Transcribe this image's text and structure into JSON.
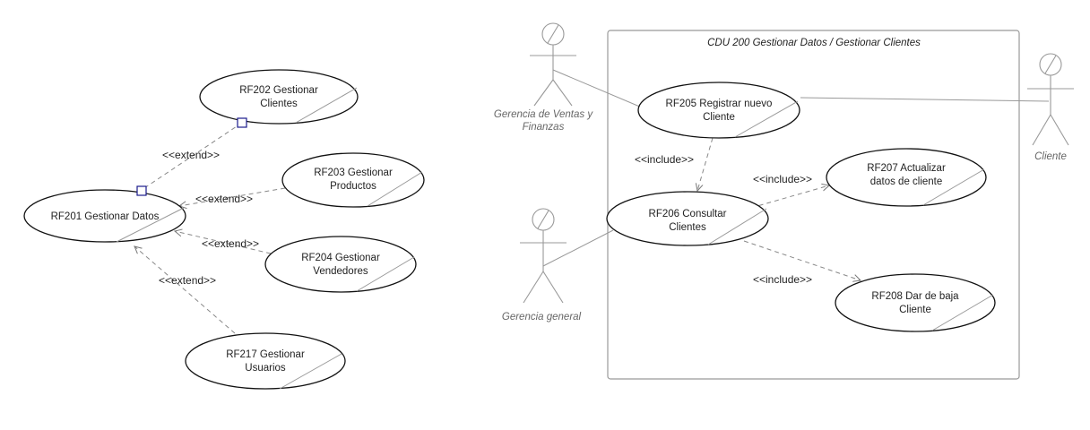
{
  "system_boundary": {
    "title": "CDU 200 Gestionar Datos  / Gestionar Clientes"
  },
  "use_cases": {
    "rf201": [
      "RF201 Gestionar Datos"
    ],
    "rf202": [
      "RF202 Gestionar",
      "Clientes"
    ],
    "rf203": [
      "RF203 Gestionar",
      "Productos"
    ],
    "rf204": [
      "RF204 Gestionar",
      "Vendedores"
    ],
    "rf217": [
      "RF217 Gestionar",
      "Usuarios"
    ],
    "rf205": [
      "RF205 Registrar nuevo",
      "Cliente"
    ],
    "rf206": [
      "RF206 Consultar",
      "Clientes"
    ],
    "rf207": [
      "RF207 Actualizar",
      "datos de cliente"
    ],
    "rf208": [
      "RF208 Dar de baja",
      "Cliente"
    ]
  },
  "actors": {
    "gerencia_ventas": [
      "Gerencia de Ventas y",
      "Finanzas"
    ],
    "gerencia_general": [
      "Gerencia general"
    ],
    "cliente": [
      "Cliente"
    ]
  },
  "relations": {
    "extend_label": "<<extend>>",
    "include_label": "<<include>>"
  }
}
